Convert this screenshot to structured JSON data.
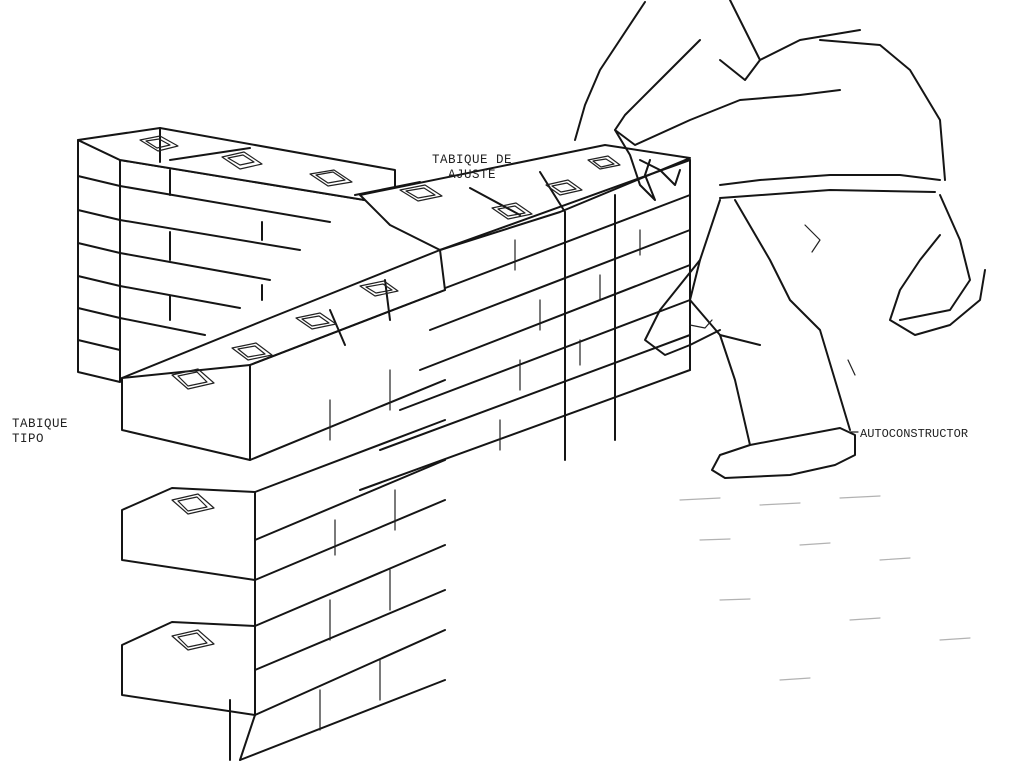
{
  "figure": {
    "labels": {
      "tabique_ajuste_line1": "TABIQUE DE",
      "tabique_ajuste_line2": "AJUSTE",
      "tabique_tipo_line1": "TABIQUE",
      "tabique_tipo_line2": "TIPO",
      "autoconstructor": "AUTOCONSTRUCTOR"
    },
    "colors": {
      "ink": "#151515",
      "paper": "#ffffff"
    }
  }
}
